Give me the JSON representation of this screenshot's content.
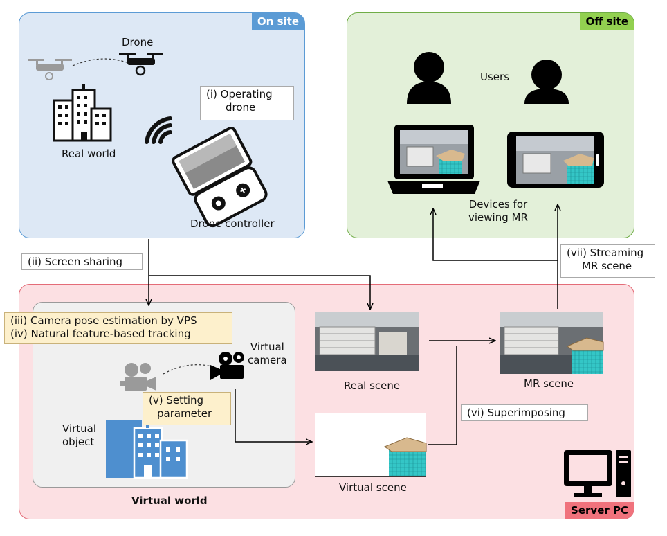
{
  "regions": {
    "on_site": "On site",
    "off_site": "Off site",
    "server_pc": "Server PC",
    "virtual_world": "Virtual world"
  },
  "labels": {
    "drone": "Drone",
    "real_world": "Real world",
    "drone_controller": "Drone controller",
    "users": "Users",
    "devices_line1": "Devices for",
    "devices_line2": "viewing MR",
    "virtual_camera_line1": "Virtual",
    "virtual_camera_line2": "camera",
    "virtual_object_line1": "Virtual",
    "virtual_object_line2": "object",
    "real_scene": "Real scene",
    "virtual_scene": "Virtual scene",
    "mr_scene": "MR scene"
  },
  "steps": {
    "i_line1": "(i) Operating",
    "i_line2": "drone",
    "ii": "(ii) Screen sharing",
    "iii": "(iii) Camera pose estimation by VPS",
    "iv": "(iv) Natural feature-based tracking",
    "v_line1": "(v) Setting",
    "v_line2": "parameter",
    "vi": "(vi) Superimposing",
    "vii_line1": "(vii) Streaming",
    "vii_line2": "MR scene"
  },
  "colors": {
    "on_site_bg": "#dde8f5",
    "on_site_border": "#5b9bd5",
    "off_site_bg": "#e3f0d9",
    "off_site_border": "#70ad47",
    "server_bg": "#fce0e3",
    "server_border": "#e46c78",
    "virtual_object": "#4e8fcf",
    "building_overlay": "#34c6c6"
  },
  "icons": [
    "drone-icon",
    "building-icon",
    "wifi-icon",
    "drone-controller-icon",
    "user-icon",
    "laptop-icon",
    "tablet-icon",
    "movie-camera-icon",
    "server-pc-icon"
  ]
}
